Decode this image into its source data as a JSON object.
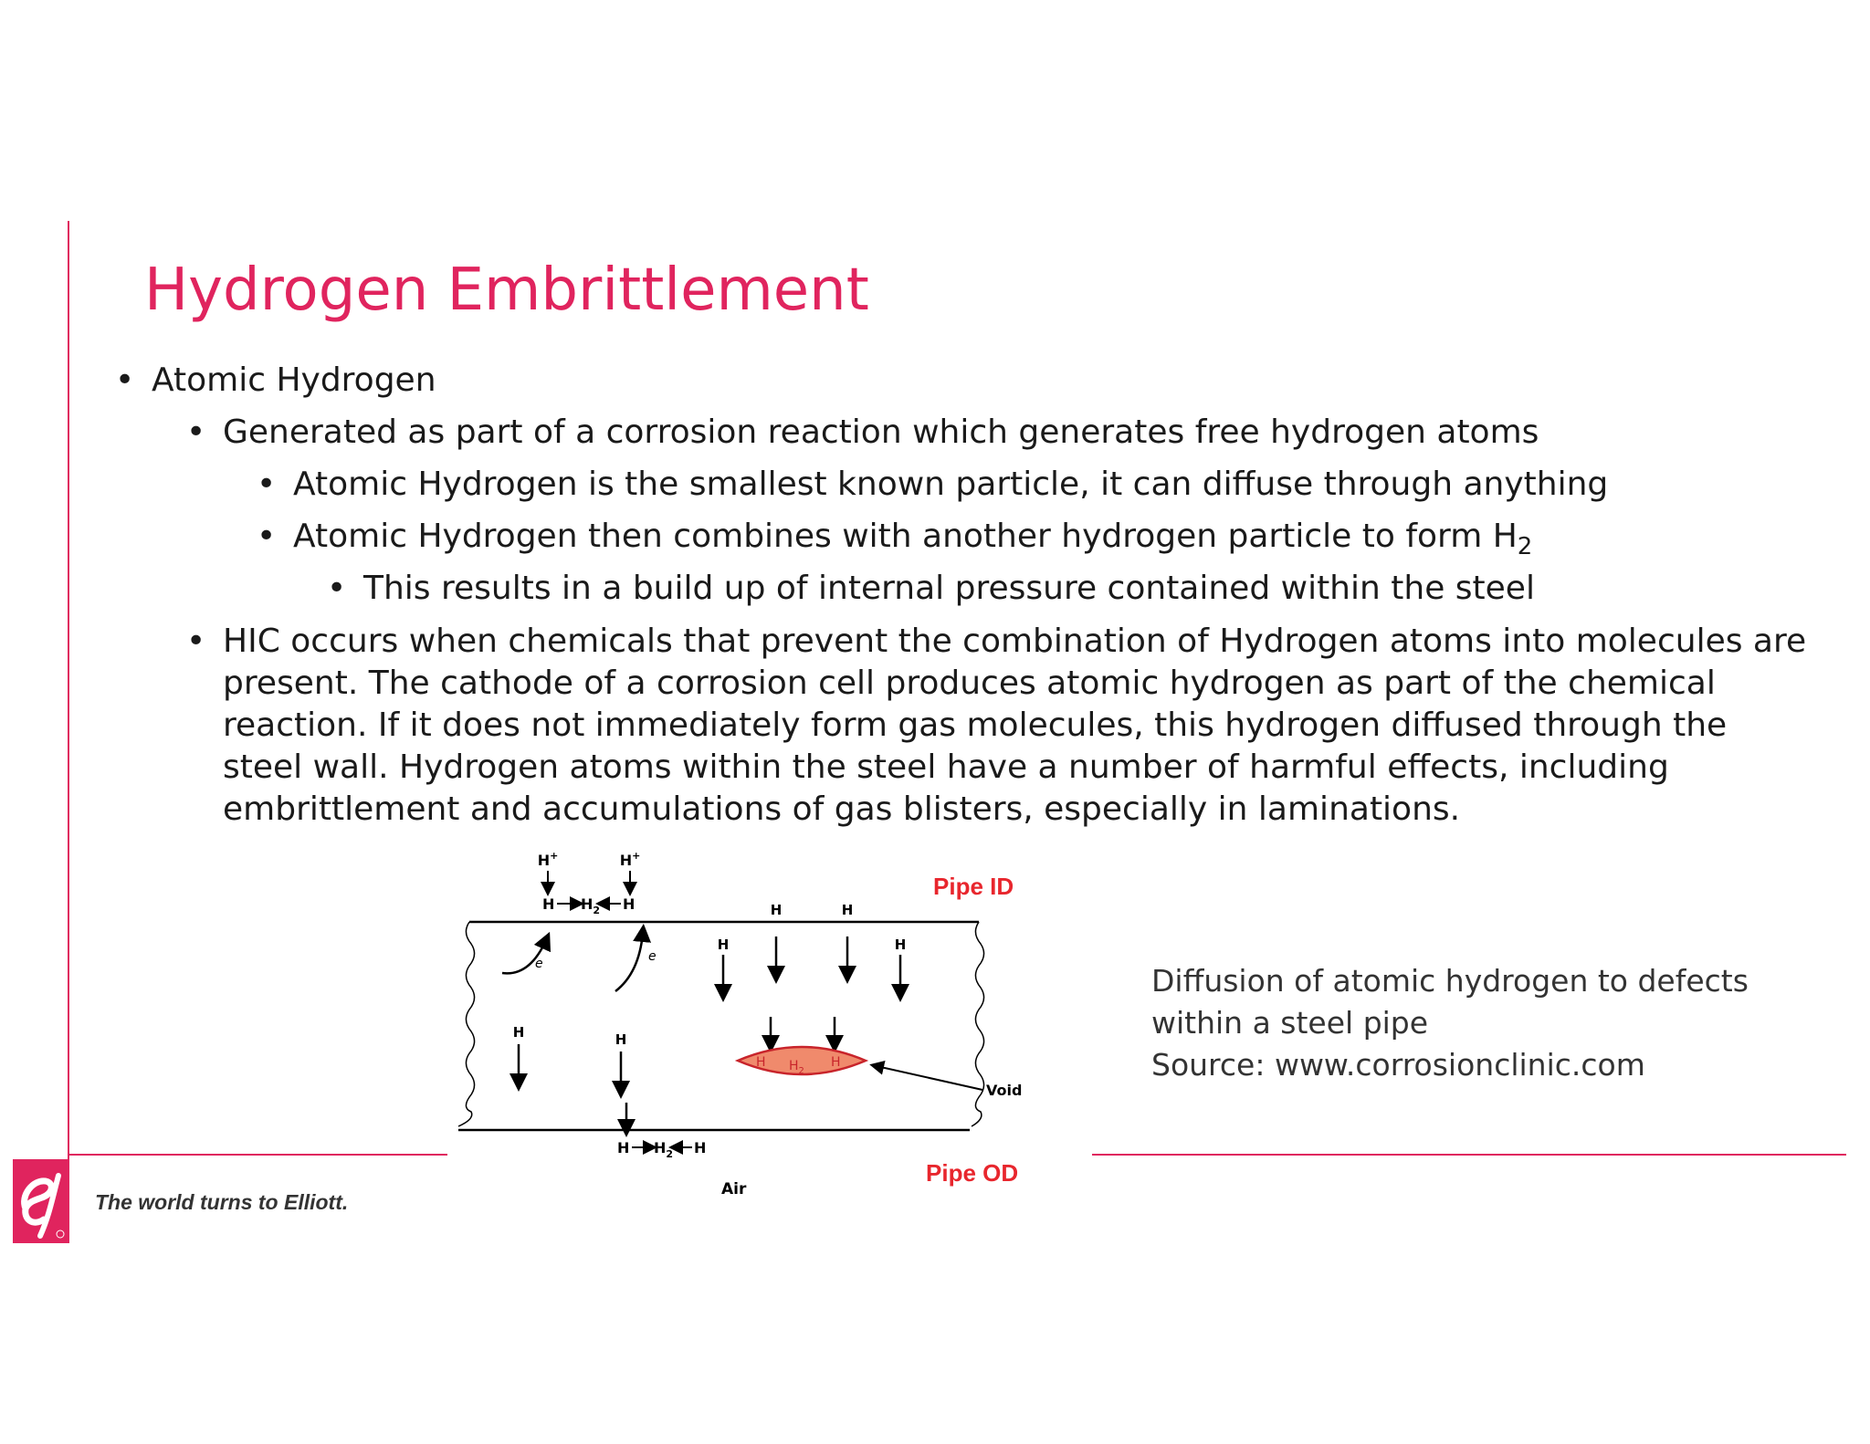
{
  "slide": {
    "title": "Hydrogen Embrittlement",
    "bullets": {
      "b1": "Atomic Hydrogen",
      "b2": "Generated as part of a corrosion reaction which generates free hydrogen atoms",
      "b3": "Atomic Hydrogen is the smallest known particle, it can diffuse through anything",
      "b4_prefix": "Atomic Hydrogen then combines with another hydrogen particle to form H",
      "b4_subscript": "2",
      "b5": "This results in a build up of internal pressure contained within the steel",
      "b6": "HIC occurs when chemicals that prevent the combination of Hydrogen atoms into molecules are present.  The cathode of a corrosion cell produces atomic hydrogen as part of the chemical reaction. If it does not immediately form gas molecules, this hydrogen diffused through the steel wall. Hydrogen atoms within the steel have a number of harmful effects, including embrittlement and accumulations of gas blisters, especially in laminations."
    },
    "bullet_glyph": "•",
    "caption": {
      "line1": "Diffusion of atomic hydrogen to defects",
      "line2": "within a steel pipe",
      "line3": "Source:  www.corrosionclinic.com"
    },
    "diagram": {
      "pipe_id_label": "Pipe ID",
      "pipe_od_label": "Pipe OD",
      "void_label": "Void",
      "air_label": "Air",
      "h_plus": "H",
      "plus": "+",
      "h": "H",
      "h2_h": "H",
      "h2_sub": "2",
      "e_label": "e",
      "void_inner_h": "H",
      "void_inner_h2": "H",
      "void_inner_sub": "2"
    },
    "footer": {
      "tagline": "The world turns to Elliott.",
      "logo_text": "e"
    },
    "colors": {
      "accent": "#e0245e",
      "pipe_label": "#e8262d",
      "void_fill": "#f08a6c"
    }
  }
}
